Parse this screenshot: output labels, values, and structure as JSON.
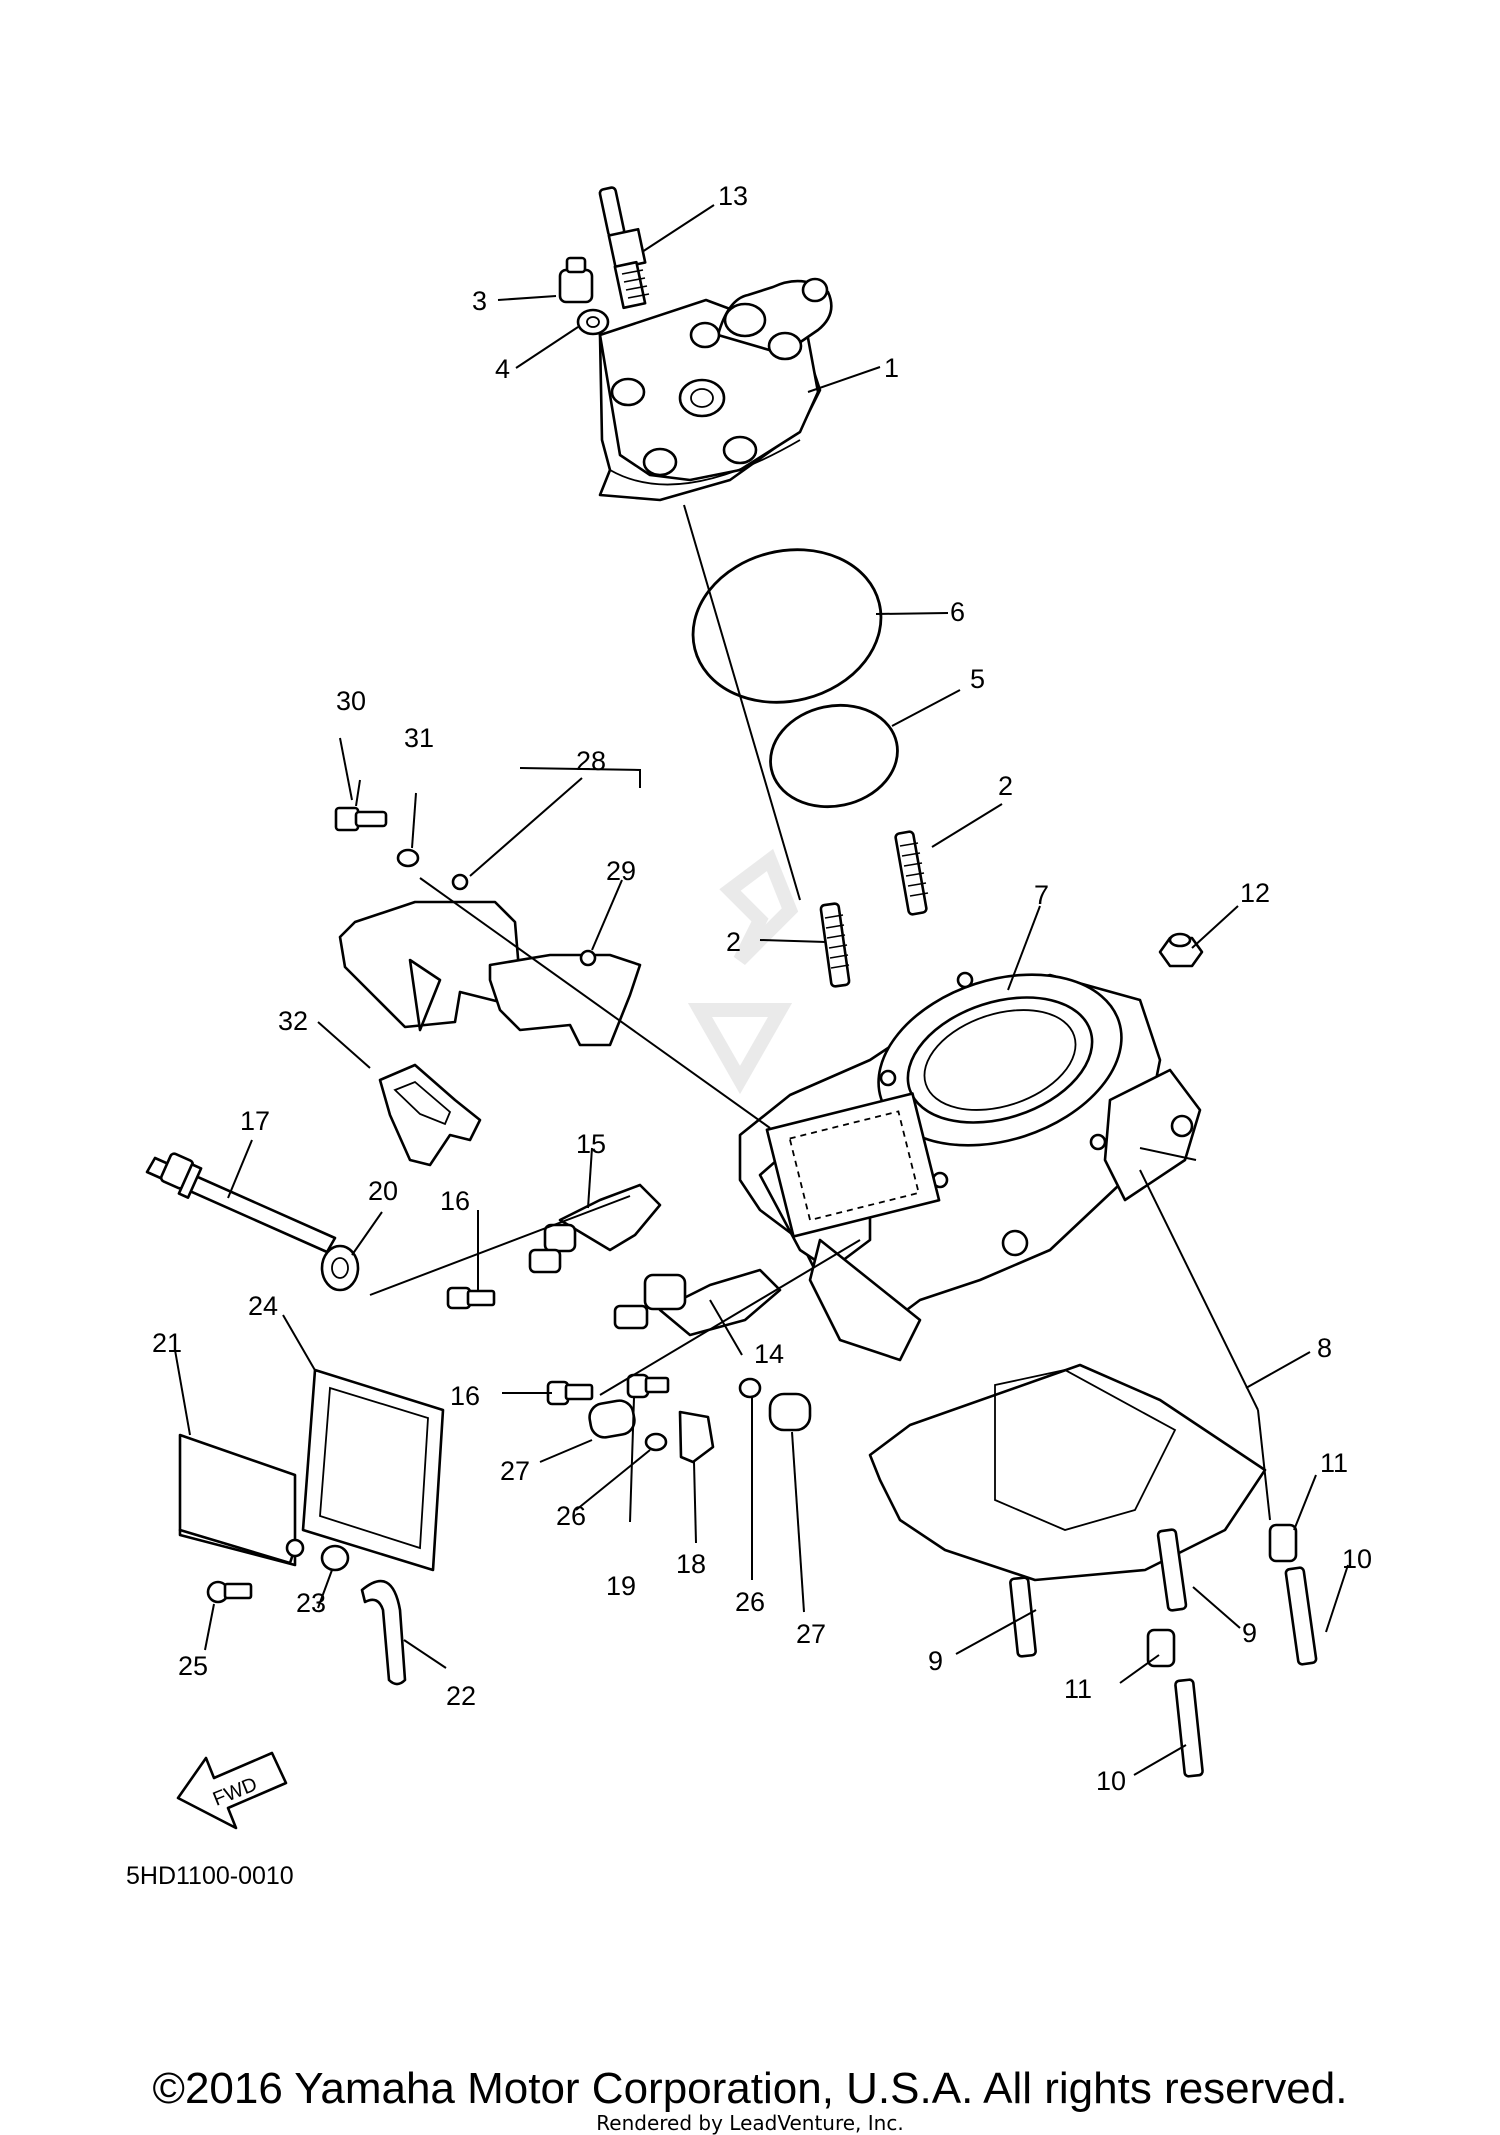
{
  "callouts": {
    "c1": "1",
    "c2a": "2",
    "c2b": "2",
    "c3": "3",
    "c4": "4",
    "c5": "5",
    "c6": "6",
    "c7": "7",
    "c8": "8",
    "c9a": "9",
    "c9b": "9",
    "c10a": "10",
    "c10b": "10",
    "c11a": "11",
    "c11b": "11",
    "c12": "12",
    "c13": "13",
    "c14": "14",
    "c15": "15",
    "c16a": "16",
    "c16b": "16",
    "c17": "17",
    "c18": "18",
    "c19": "19",
    "c20": "20",
    "c21": "21",
    "c22": "22",
    "c23": "23",
    "c24": "24",
    "c25": "25",
    "c26a": "26",
    "c26b": "26",
    "c27a": "27",
    "c27b": "27",
    "c28": "28",
    "c29": "29",
    "c30": "30",
    "c31": "31",
    "c32": "32"
  },
  "fwd_label": "FWD",
  "diagram_code": "5HD1100-0010",
  "footer": {
    "copyright": "©2016 Yamaha Motor Corporation, U.S.A. All rights reserved.",
    "rendered_by": "Rendered by LeadVenture, Inc."
  }
}
